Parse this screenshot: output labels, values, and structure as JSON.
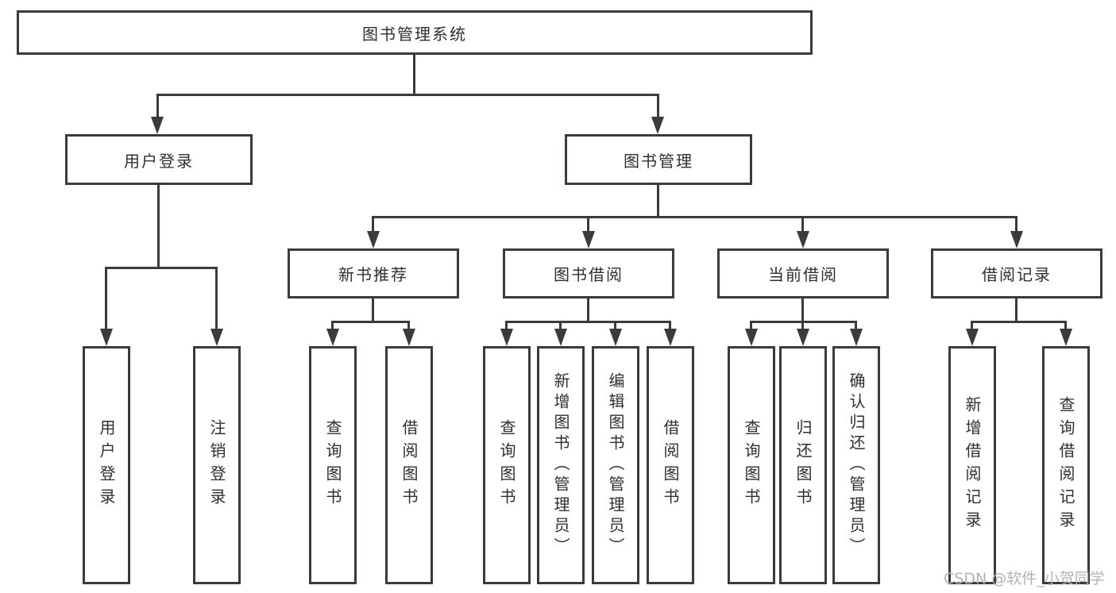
{
  "nodes": {
    "root": {
      "id": "library-management-system",
      "label": "图书管理系统"
    },
    "level2": [
      {
        "id": "user-login-module",
        "label": "用户登录"
      },
      {
        "id": "book-management-module",
        "label": "图书管理"
      }
    ],
    "level3": [
      {
        "id": "new-book-recommend",
        "label": "新书推荐",
        "parent": "图书管理"
      },
      {
        "id": "book-borrowing",
        "label": "图书借阅",
        "parent": "图书管理"
      },
      {
        "id": "current-borrowing",
        "label": "当前借阅",
        "parent": "图书管理"
      },
      {
        "id": "borrowing-records",
        "label": "借阅记录",
        "parent": "图书管理"
      }
    ],
    "leaves": [
      {
        "id": "user-login",
        "label": "用户登录",
        "parent": "用户登录"
      },
      {
        "id": "logout",
        "label": "注销登录",
        "parent": "用户登录"
      },
      {
        "id": "query-books-recommend",
        "label": "查询图书",
        "parent": "新书推荐"
      },
      {
        "id": "borrow-books-recommend",
        "label": "借阅图书",
        "parent": "新书推荐"
      },
      {
        "id": "query-books-borrowing",
        "label": "查询图书",
        "parent": "图书借阅"
      },
      {
        "id": "add-books-admin",
        "label": "新增图书（管理员）",
        "parent": "图书借阅"
      },
      {
        "id": "edit-books-admin",
        "label": "编辑图书（管理员）",
        "parent": "图书借阅"
      },
      {
        "id": "borrow-books-borrowing",
        "label": "借阅图书",
        "parent": "图书借阅"
      },
      {
        "id": "query-books-current",
        "label": "查询图书",
        "parent": "当前借阅"
      },
      {
        "id": "return-books",
        "label": "归还图书",
        "parent": "当前借阅"
      },
      {
        "id": "confirm-return-admin",
        "label": "确认归还（管理员）",
        "parent": "当前借阅"
      },
      {
        "id": "add-borrow-record",
        "label": "新增借阅记录",
        "parent": "借阅记录"
      },
      {
        "id": "query-borrow-record",
        "label": "查询借阅记录",
        "parent": "借阅记录"
      }
    ]
  },
  "watermark": {
    "text": "CSDN @软件_小贺同学"
  },
  "colors": {
    "line": "#3b3b3b",
    "text": "#2f2f2f",
    "background": "#ffffff",
    "watermark": "#b3b3b3"
  }
}
